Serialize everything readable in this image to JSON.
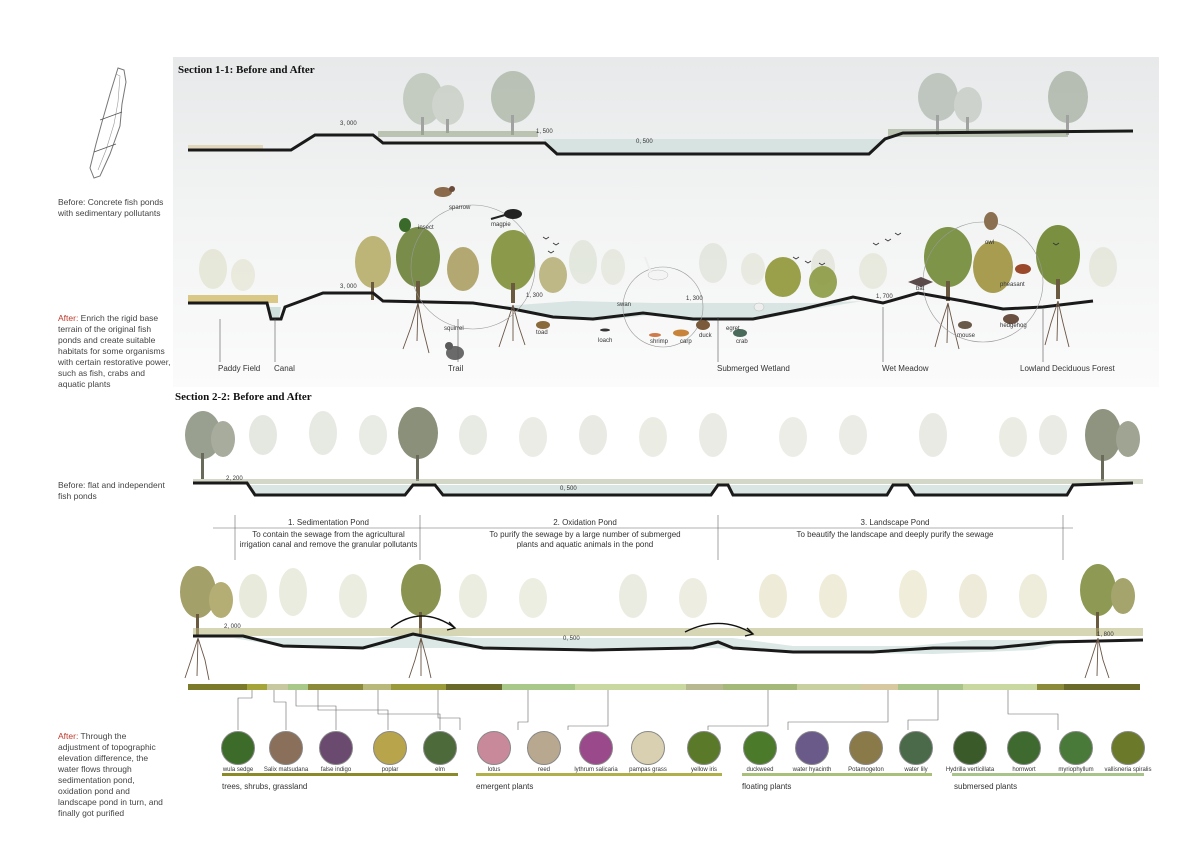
{
  "sections": {
    "s1_title": "Section 1-1: Before and After",
    "s2_title": "Section 2-2: Before and After"
  },
  "notes": {
    "s1_before": "Before: Concrete fish ponds with sedimentary pollutants",
    "s1_after_hl": "After:",
    "s1_after": " Enrich the rigid base terrain of the original fish ponds and create suitable habitats for some organisms with certain restorative power, such as fish, crabs and aquatic plants",
    "s2_before": "Before: flat and independent fish ponds",
    "s2_after_hl": "After:",
    "s2_after": " Through the adjustment of topographic elevation difference, the water flows through sedimentation pond, oxidation pond and landscape pond in turn, and finally got purified"
  },
  "elevations": {
    "e1": "3, 000",
    "e2": "1, 500",
    "e3": "0, 500",
    "e4": "3, 000",
    "e5": "1, 300",
    "e6": "1, 300",
    "e7": "1, 700",
    "e8": "2, 200",
    "e9": "0, 500",
    "e10": "2, 000",
    "e11": "0, 500",
    "e12": "1, 800"
  },
  "animals": {
    "sparrow": "sparrow",
    "magpie": "magpie",
    "insect": "insect",
    "squirrel": "squirrel",
    "toad": "toad",
    "swan": "swan",
    "egret": "egret",
    "loach": "loach",
    "shrimp": "shrimp",
    "carp": "carp",
    "duck": "duck",
    "crab": "crab",
    "owl": "owl",
    "bat": "bat",
    "pheasant": "pheasant",
    "mouse": "mouse",
    "hedgehog": "hedgehog"
  },
  "habitats": {
    "paddy": "Paddy Field",
    "canal": "Canal",
    "trail": "Trail",
    "submerged": "Submerged Wetland",
    "meadow": "Wet Meadow",
    "forest": "Lowland Deciduous Forest"
  },
  "ponds": {
    "p1_title": "1. Sedimentation Pond",
    "p1_desc": "To contain the sewage from the agricultural irrigation canal and remove the granular pollutants",
    "p2_title": "2. Oxidation Pond",
    "p2_desc": "To purify the sewage by a large number of submerged plants and aquatic animals in the pond",
    "p3_title": "3. Landscape Pond",
    "p3_desc": "To beautify the landscape and deeply purify the sewage"
  },
  "plants": [
    {
      "name": "wula sedge",
      "color": "#3d6b2a"
    },
    {
      "name": "Salix matsudana",
      "color": "#8a6f5a"
    },
    {
      "name": "false indigo",
      "color": "#6a4a6e"
    },
    {
      "name": "poplar",
      "color": "#b8a44a"
    },
    {
      "name": "elm",
      "color": "#4c6a3a"
    },
    {
      "name": "lotus",
      "color": "#c88a9a"
    },
    {
      "name": "reed",
      "color": "#b8a890"
    },
    {
      "name": "lythrum salicaria",
      "color": "#9a4a8a"
    },
    {
      "name": "pampas grass",
      "color": "#d8d0b0"
    },
    {
      "name": "yellow iris",
      "color": "#5a7a2a"
    },
    {
      "name": "duckweed",
      "color": "#4a7a2a"
    },
    {
      "name": "water hyacinth",
      "color": "#6a5a8a"
    },
    {
      "name": "Potamogeton",
      "color": "#8a7a4a"
    },
    {
      "name": "water lily",
      "color": "#4a6a4a"
    },
    {
      "name": "Hydrilla verticillata",
      "color": "#3a5a2a"
    },
    {
      "name": "hornwort",
      "color": "#3e6a30"
    },
    {
      "name": "myriophyllum",
      "color": "#4a7a3a"
    },
    {
      "name": "vallisneria spiralis",
      "color": "#6a7a2a"
    }
  ],
  "categories": {
    "c1": "trees, shrubs, grassland",
    "c2": "emergent plants",
    "c3": "floating plants",
    "c4": "submersed plants"
  },
  "colors": {
    "ground": "#1a1a1a",
    "water": "#c9dcd6",
    "tree_dark": "#6d8a50",
    "tree_light": "#cdd7c2",
    "tree_autumn": "#c8b45a"
  }
}
